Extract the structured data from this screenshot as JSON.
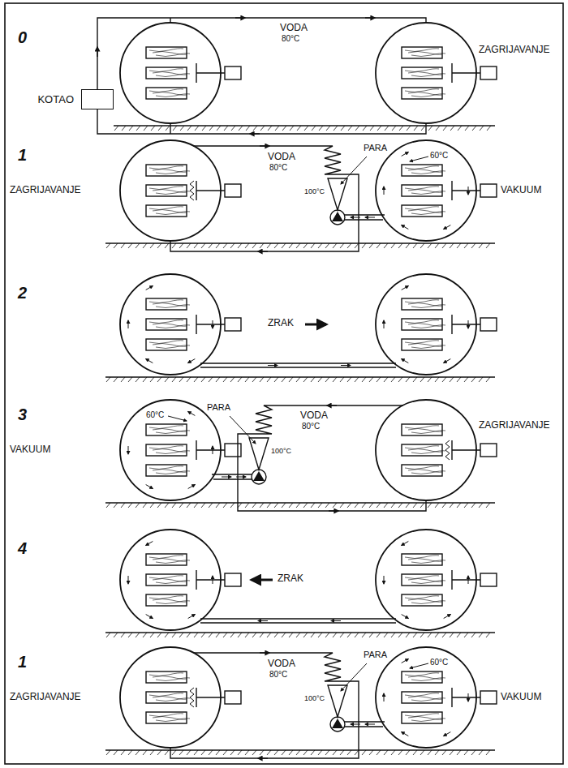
{
  "diagram": {
    "nodes": [
      {
        "text": [
          "KOTAO"
        ]
      }
    ],
    "labels": [
      "0",
      "VODA",
      "80°C",
      "ZAGRIJAVANJE",
      "1",
      "ZAGRIJAVANJE",
      "VODA",
      "80°C",
      "PARA",
      "60°C",
      "100°C",
      "VAKUUM",
      "2",
      "ZRAK",
      "3",
      "VAKUUM",
      "60°C",
      "PARA",
      "100°C",
      "VODA",
      "80°C",
      "ZAGRIJAVANJE",
      "4",
      "ZRAK",
      "1",
      "ZAGRIJAVANJE",
      "VODA",
      "80°C",
      "PARA",
      "60°C",
      "100°C",
      "VAKUUM"
    ]
  }
}
